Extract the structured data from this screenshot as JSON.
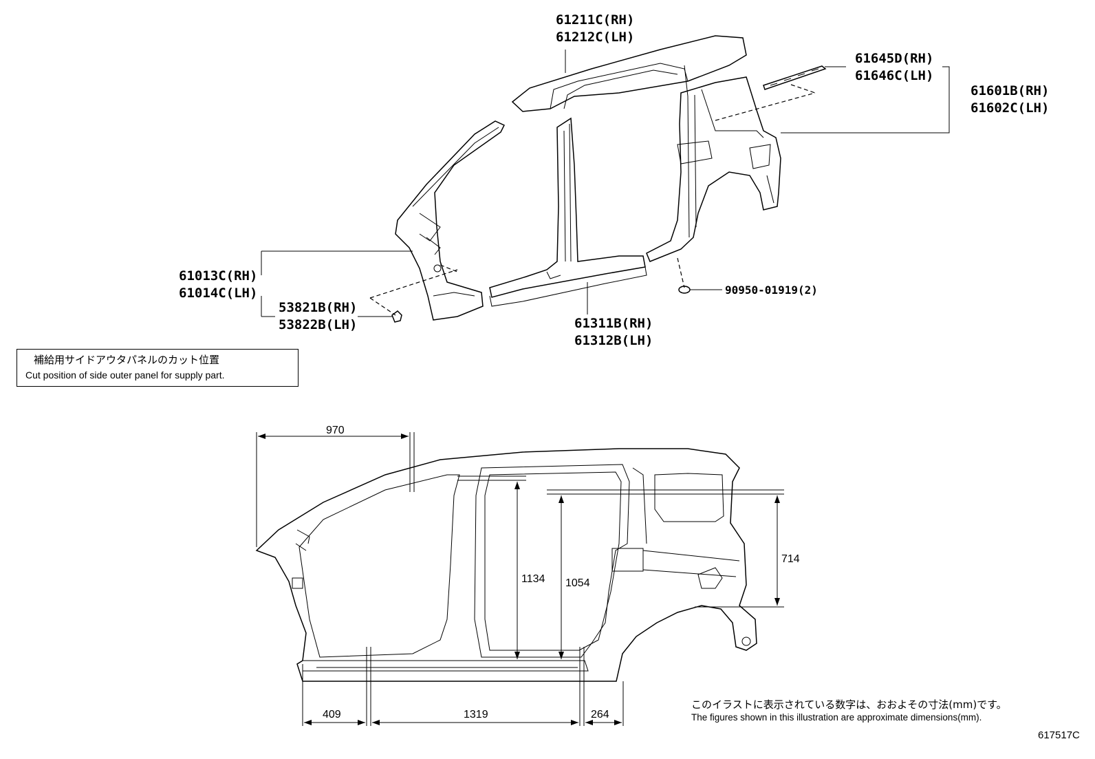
{
  "exploded_view": {
    "callouts": [
      {
        "id": "roof-rail",
        "lines": [
          "61211C(RH)",
          "61212C(LH)"
        ]
      },
      {
        "id": "rear-pillar-trim",
        "lines": [
          "61645D(RH)",
          "61646C(LH)"
        ]
      },
      {
        "id": "quarter-panel",
        "lines": [
          "61601B(RH)",
          "61602C(LH)"
        ]
      },
      {
        "id": "front-pillar",
        "lines": [
          "61013C(RH)",
          "61014C(LH)"
        ]
      },
      {
        "id": "clip",
        "lines": [
          "53821B(RH)",
          "53822B(LH)"
        ]
      },
      {
        "id": "rocker-panel",
        "lines": [
          "61311B(RH)",
          "61312B(LH)"
        ]
      },
      {
        "id": "plug",
        "lines": [
          "90950-01919(2)"
        ]
      }
    ]
  },
  "cut_note": {
    "jp": "補給用サイドアウタパネルのカット位置",
    "en": "Cut position of side outer panel for supply part."
  },
  "dimensions": {
    "front_length": "970",
    "center_pillar_height_front": "1134",
    "center_pillar_height_rear": "1054",
    "rear_quarter_height": "714",
    "rocker_front": "409",
    "rocker_middle": "1319",
    "rocker_rear": "264"
  },
  "footnote": {
    "jp": "このイラストに表示されている数字は、おおよその寸法(mm)です。",
    "en": "The figures shown in this illustration are approximate dimensions(mm)."
  },
  "illustration_id": "617517C"
}
